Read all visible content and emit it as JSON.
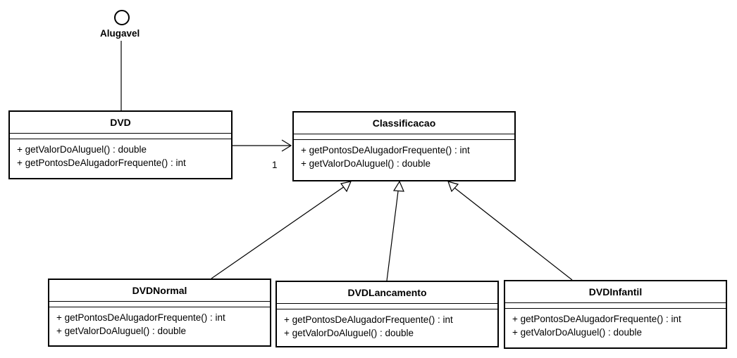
{
  "interface": {
    "name": "Alugavel"
  },
  "classes": {
    "dvd": {
      "name": "DVD",
      "operations": [
        "+ getValorDoAluguel() : double",
        "+ getPontosDeAlugadorFrequente() : int"
      ]
    },
    "classificacao": {
      "name": "Classificacao",
      "operations": [
        "+ getPontosDeAlugadorFrequente() : int",
        "+ getValorDoAluguel() : double"
      ]
    },
    "dvdnormal": {
      "name": "DVDNormal",
      "operations": [
        "+ getPontosDeAlugadorFrequente() : int",
        "+ getValorDoAluguel() : double"
      ]
    },
    "dvdlancamento": {
      "name": "DVDLancamento",
      "operations": [
        "+ getPontosDeAlugadorFrequente() : int",
        "+ getValorDoAluguel() : double"
      ]
    },
    "dvdinfantil": {
      "name": "DVDInfantil",
      "operations": [
        "+ getPontosDeAlugadorFrequente() : int",
        "+ getValorDoAluguel() : double"
      ]
    }
  },
  "association": {
    "multiplicity": "1"
  }
}
